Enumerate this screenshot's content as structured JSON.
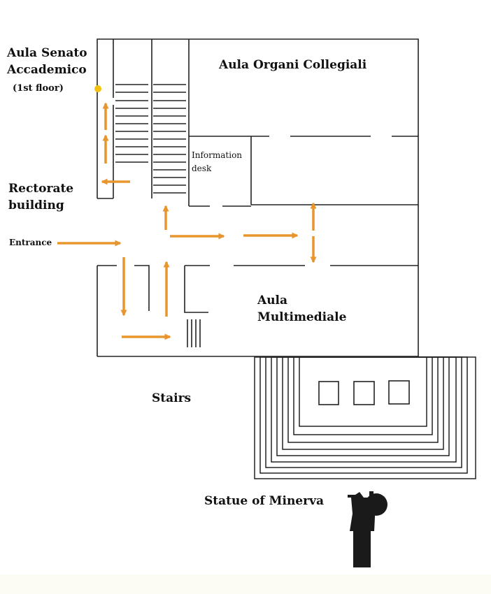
{
  "map": {
    "labels": {
      "aula_senato_1": "Aula Senato",
      "aula_senato_2": "Accademico",
      "aula_senato_3": "(1st floor)",
      "aula_organi": "Aula Organi Collegiali",
      "info_desk_1": "Information",
      "info_desk_2": "desk",
      "rectorate_1": "Rectorate",
      "rectorate_2": "building",
      "entrance": "Entrance",
      "aula_multi_1": "Aula",
      "aula_multi_2": "Multimediale",
      "stairs": "Stairs",
      "statue": "Statue of Minerva"
    },
    "colors": {
      "walls": "#222222",
      "route_arrows": "#e8952d",
      "marker": "#f2c20f",
      "background": "#ffffff",
      "footer_band": "#fcfcf4"
    },
    "icons": [
      "route-arrow",
      "location-dot",
      "statue-of-minerva"
    ]
  }
}
